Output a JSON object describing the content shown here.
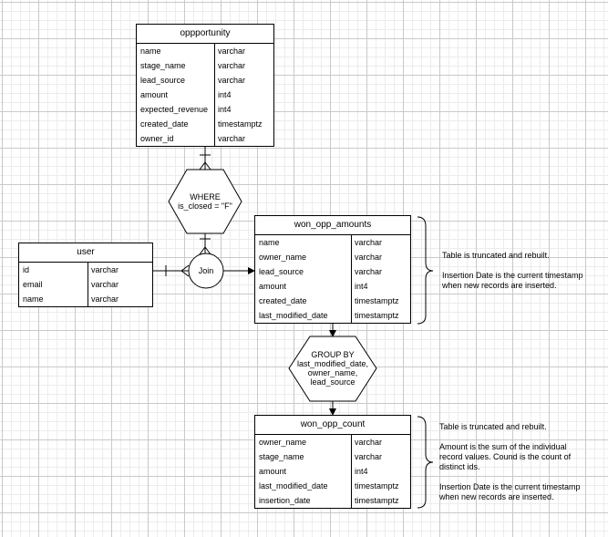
{
  "tables": {
    "opportunity": {
      "title": "oppportunity",
      "rows": [
        {
          "name": "name",
          "type": "varchar"
        },
        {
          "name": "stage_name",
          "type": "varchar"
        },
        {
          "name": "lead_source",
          "type": "varchar"
        },
        {
          "name": "amount",
          "type": "int4"
        },
        {
          "name": "expected_revenue",
          "type": "int4"
        },
        {
          "name": "created_date",
          "type": "timestamptz"
        },
        {
          "name": "owner_id",
          "type": "varchar"
        }
      ]
    },
    "user": {
      "title": "user",
      "rows": [
        {
          "name": "id",
          "type": "varchar"
        },
        {
          "name": "email",
          "type": "varchar"
        },
        {
          "name": "name",
          "type": "varchar"
        }
      ]
    },
    "won_opp_amounts": {
      "title": "won_opp_amounts",
      "rows": [
        {
          "name": "name",
          "type": "varchar"
        },
        {
          "name": "owner_name",
          "type": "varchar"
        },
        {
          "name": "lead_source",
          "type": "varchar"
        },
        {
          "name": "amount",
          "type": "int4"
        },
        {
          "name": "created_date",
          "type": "timestamptz"
        },
        {
          "name": "last_modified_date",
          "type": "timestamptz"
        }
      ]
    },
    "won_opp_count": {
      "title": "won_opp_count",
      "rows": [
        {
          "name": "owner_name",
          "type": "varchar"
        },
        {
          "name": "stage_name",
          "type": "varchar"
        },
        {
          "name": "amount",
          "type": "int4"
        },
        {
          "name": "last_modified_date",
          "type": "timestamptz"
        },
        {
          "name": "insertion_date",
          "type": "timestamptz"
        }
      ]
    }
  },
  "nodes": {
    "where": "WHERE\nis_closed = \"F\"",
    "join": "Join",
    "group_by": "GROUP BY\nlast_modified_date,\nowner_name,\nlead_source"
  },
  "notes": {
    "amounts": "Table is truncated and rebuilt.\n\nInsertion Date is the current timestamp\nwhen new records are inserted.",
    "count": "Table is truncated and rebuilt.\n\nAmount is the sum of the individual\nrecord values. Cound is the count of\ndistinct ids.\n\nInsertion Date is the current timestamp\nwhen new records are inserted."
  }
}
